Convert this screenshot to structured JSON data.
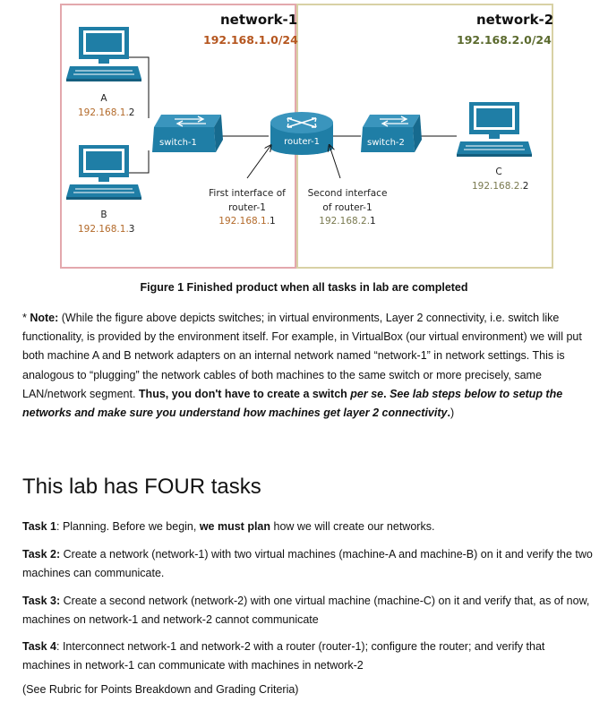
{
  "diagram": {
    "network1": {
      "title": "network-1",
      "subnet": "192.168.1.0/24",
      "border_color": "#e3a8ad",
      "subnet_color": "#b5561f"
    },
    "network2": {
      "title": "network-2",
      "subnet": "192.168.2.0/24",
      "border_color": "#d8d1a5",
      "subnet_color": "#5b6a2e"
    },
    "machine_a": {
      "label": "A",
      "ip_prefix": "192.168.1.",
      "ip_host": "2"
    },
    "machine_b": {
      "label": "B",
      "ip_prefix": "192.168.1.",
      "ip_host": "3"
    },
    "machine_c": {
      "label": "C",
      "ip_prefix": "192.168.2.",
      "ip_host": "2"
    },
    "switch1": {
      "label": "switch-1"
    },
    "switch2": {
      "label": "switch-2"
    },
    "router": {
      "label": "router-1"
    },
    "iface1": {
      "line1": "First interface of",
      "line2": "router-1",
      "ip_prefix": "192.168.1.",
      "ip_host": "1"
    },
    "iface2": {
      "line1": "Second interface",
      "line2": "of router-1",
      "ip_prefix": "192.168.2.",
      "ip_host": "1"
    },
    "device_color": "#1f7ea6"
  },
  "caption": "Figure 1 Finished product when all tasks in lab are completed",
  "note": {
    "prefix": "* ",
    "label": "Note:",
    "body": " (While the figure above depicts switches; in virtual environments, Layer 2 connectivity, i.e. switch like functionality, is provided by the environment itself. For example, in VirtualBox (our virtual environment) we will put both machine A and B network adapters on an internal network named “network-1” in network settings. This is analogous to “plugging” the network cables of both machines to the same switch or more precisely, same LAN/network segment. ",
    "bold1": "Thus, you don't have to create a switch ",
    "bold_italic1": "per se",
    "bold2": ". ",
    "bold_italic2": "See lab steps below to setup the networks and make sure you understand how machines get layer 2 connectivity",
    "bold3": ".",
    "suffix": ")"
  },
  "heading": "This lab has FOUR tasks",
  "tasks": [
    {
      "label": "Task 1",
      "sep": ": Planning. Before we begin, ",
      "bold": "we must plan",
      "rest": " how we will create our networks."
    },
    {
      "label": "Task 2:",
      "text": " Create a network (network-1) with two virtual machines (machine-A and machine-B) on it and verify the two machines can communicate."
    },
    {
      "label": "Task 3:",
      "text": " Create a second network (network-2) with one virtual machine (machine-C) on it and verify that, as of now, machines on network-1 and network-2 cannot communicate"
    },
    {
      "label": "Task 4",
      "text": ": Interconnect network-1 and network-2 with a router (router-1); configure the router; and verify that machines in network-1 can communicate with machines in network-2"
    }
  ],
  "rubric": "(See Rubric for Points Breakdown and Grading Criteria)"
}
